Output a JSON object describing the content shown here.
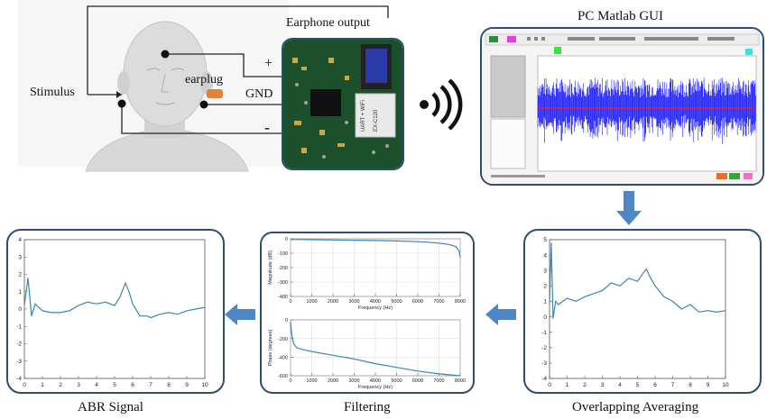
{
  "labels": {
    "earphone_output": "Earphone output",
    "pc_gui": "PC Matlab GUI",
    "stimulus": "Stimulus",
    "earplug": "earplug",
    "plus": "+",
    "gnd": "GND",
    "minus": "-",
    "abr_signal": "ABR Signal",
    "filtering": "Filtering",
    "overlapping_averaging": "Overlapping Averaging"
  },
  "board": {
    "chip_text_1": "UART + WiFi",
    "chip_text_2": "EX-C120"
  },
  "colors": {
    "panel_border": "#2c4e72",
    "arrow_blue": "#4f86c6",
    "earplug": "#e0823a",
    "signal_blue": "#1a1aff",
    "signal_red": "#e0202a",
    "trace": "#3d86b3",
    "board_green": "#1c4f2c"
  },
  "chart_data": [
    {
      "type": "line",
      "name": "overlapping-averaging",
      "x_ticks": [
        "0",
        "1",
        "2",
        "3",
        "4",
        "5",
        "6",
        "7",
        "8",
        "9",
        "10"
      ],
      "y_ticks": [
        "5",
        "4",
        "3",
        "2",
        "1",
        "0",
        "-1",
        "-2",
        "-3",
        "-4"
      ],
      "xlim": [
        0,
        10
      ],
      "ylim": [
        -4,
        5
      ],
      "series": [
        {
          "x": [
            0,
            0.1,
            0.2,
            0.35,
            0.5,
            1.0,
            1.5,
            2.0,
            2.5,
            3.0,
            3.5,
            4.0,
            4.5,
            5.0,
            5.3,
            5.5,
            5.7,
            6.0,
            6.5,
            7.0,
            7.5,
            8.0,
            8.5,
            9.0,
            9.5,
            10.0
          ],
          "y": [
            0.9,
            4.8,
            -0.1,
            1.0,
            0.8,
            1.2,
            1.0,
            1.3,
            1.5,
            1.7,
            2.2,
            2.0,
            2.5,
            2.3,
            2.8,
            3.1,
            2.6,
            2.0,
            1.3,
            1.0,
            0.5,
            0.8,
            0.3,
            0.4,
            0.3,
            0.4
          ]
        }
      ]
    },
    {
      "type": "line",
      "name": "magnitude-response",
      "ylabel": "Magnitude (dB)",
      "xlabel": "Frequency (Hz)",
      "x_ticks": [
        "0",
        "1000",
        "2000",
        "3000",
        "4000",
        "5000",
        "6000",
        "7000",
        "8000"
      ],
      "y_ticks": [
        "0",
        "-100",
        "-200",
        "-300",
        "-400"
      ],
      "xlim": [
        0,
        8000
      ],
      "ylim": [
        -400,
        0
      ],
      "series": [
        {
          "x": [
            0,
            500,
            1000,
            2000,
            3000,
            4000,
            5000,
            6000,
            6500,
            7000,
            7500,
            7800,
            7950,
            8000
          ],
          "y": [
            -5,
            -5,
            -6,
            -8,
            -10,
            -12,
            -15,
            -20,
            -24,
            -30,
            -40,
            -55,
            -85,
            -130
          ]
        }
      ]
    },
    {
      "type": "line",
      "name": "phase-response",
      "ylabel": "Phase (degrees)",
      "xlabel": "Frequency (Hz)",
      "x_ticks": [
        "0",
        "1000",
        "2000",
        "3000",
        "4000",
        "5000",
        "6000",
        "7000",
        "8000"
      ],
      "y_ticks": [
        "0",
        "-200",
        "-400",
        "-600"
      ],
      "xlim": [
        0,
        8000
      ],
      "ylim": [
        -600,
        0
      ],
      "series": [
        {
          "x": [
            0,
            50,
            150,
            300,
            600,
            1000,
            2000,
            3000,
            4000,
            5000,
            6000,
            7000,
            8000
          ],
          "y": [
            -20,
            -150,
            -260,
            -300,
            -320,
            -340,
            -380,
            -420,
            -470,
            -510,
            -550,
            -580,
            -600
          ]
        }
      ]
    },
    {
      "type": "line",
      "name": "abr-signal",
      "x_ticks": [
        "0",
        "1",
        "2",
        "3",
        "4",
        "5",
        "6",
        "7",
        "8",
        "9",
        "10"
      ],
      "y_ticks": [
        "4",
        "3",
        "2",
        "1",
        "0",
        "-1",
        "-2",
        "-3",
        "-4"
      ],
      "xlim": [
        0,
        10
      ],
      "ylim": [
        -4,
        4
      ],
      "series": [
        {
          "x": [
            0,
            0.2,
            0.4,
            0.6,
            0.8,
            1.0,
            1.5,
            2.0,
            2.5,
            3.0,
            3.5,
            4.0,
            4.5,
            5.0,
            5.3,
            5.6,
            5.8,
            6.0,
            6.4,
            6.8,
            7.0,
            7.5,
            8.0,
            8.5,
            9.0,
            9.5,
            10.0
          ],
          "y": [
            0.2,
            1.8,
            -0.4,
            0.3,
            0.1,
            -0.1,
            -0.2,
            -0.2,
            -0.1,
            0.2,
            0.4,
            0.3,
            0.4,
            0.2,
            0.7,
            1.5,
            1.0,
            0.3,
            -0.4,
            -0.4,
            -0.5,
            -0.3,
            -0.2,
            -0.3,
            -0.1,
            0.0,
            0.1
          ]
        }
      ]
    }
  ]
}
